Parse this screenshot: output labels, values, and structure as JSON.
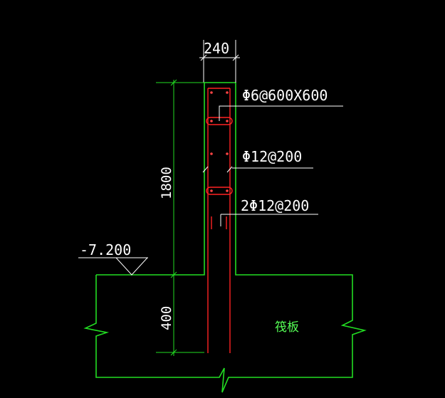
{
  "drawing": {
    "background": "#000000",
    "colors": {
      "outline": "#22dd22",
      "rebar": "#ff2222",
      "annotation": "#ffffff",
      "dimension_line": "#ffffff",
      "room_label": "#55ff55"
    },
    "dimensions": {
      "wall_width": "240",
      "wall_height": "1800",
      "slab_thickness": "400"
    },
    "elevation": "-7.200",
    "rebar_callouts": [
      {
        "text": "Φ6@600X600"
      },
      {
        "text": "Φ12@200"
      },
      {
        "text": "2Φ12@200"
      }
    ],
    "slab_label": "筏板"
  }
}
